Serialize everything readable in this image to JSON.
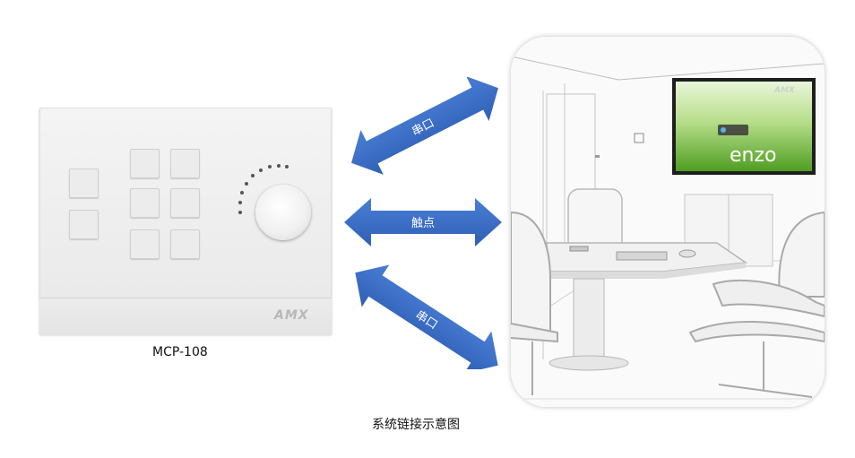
{
  "device": {
    "name": "MCP-108",
    "brand": "AMX"
  },
  "links": [
    {
      "label": "串口"
    },
    {
      "label": "触点"
    },
    {
      "label": "串口"
    }
  ],
  "room": {
    "screen_text": "enzo",
    "screen_brand": "AMX"
  },
  "diagram": {
    "caption": "系统链接示意图"
  },
  "colors": {
    "arrow": "#3c6fc8",
    "panel": "#eeeeee",
    "screen_grass": "#5fae2e"
  }
}
